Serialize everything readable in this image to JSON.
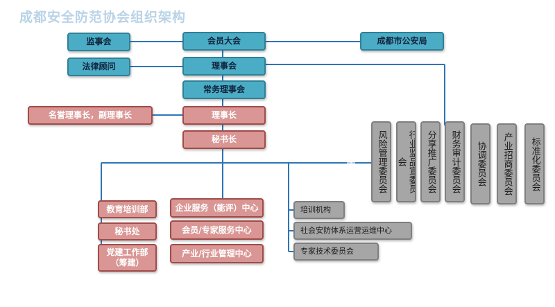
{
  "title": "成都安全防范协会组织架构",
  "top": {
    "supervisors": "监事会",
    "general_assembly": "会员大会",
    "police_bureau": "成都市公安局",
    "legal_advisor": "法律顾问",
    "council": "理事会",
    "standing_council": "常务理事会",
    "honorary": "名誉理事长，副理事长",
    "chairman": "理事长",
    "secretary_general": "秘书长"
  },
  "left_depts": [
    "教育培训部",
    "秘书处",
    "党建工作部（筹建）"
  ],
  "centers": [
    "企业服务（能评）中心",
    "会员/专家服务中心",
    "产业/行业管理中心"
  ],
  "grey_units": [
    "培训机构",
    "社会安防体系运营运维中心",
    "专家技术委员会"
  ],
  "committees": [
    "风险管理委员会",
    "行业监品宣委员会",
    "分享推广委员会",
    "财务审计委员会",
    "协调委员会",
    "产业招商委员会",
    "标准化委员会"
  ],
  "colors": {
    "teal": "#4bacc6",
    "pink": "#d99694",
    "grey": "#a6a6a6",
    "line": "#2e75b6",
    "title": "#b9d3e6"
  }
}
